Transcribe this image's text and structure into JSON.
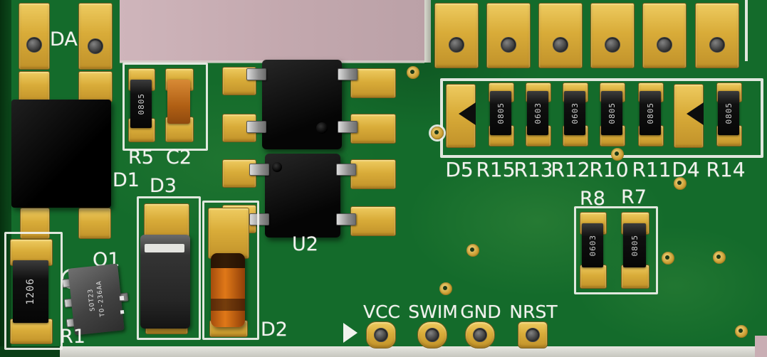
{
  "view": "pcb-3d-render",
  "colors": {
    "board_green": "#146b2b",
    "board_green_dark": "#0a3f17",
    "background_pink": "#c9aeb4",
    "pad_gold": "#d9ac39",
    "silkscreen": "#f2f2ee",
    "chip_black": "#101010",
    "capacitor_orange": "#d9751c"
  },
  "labels": {
    "da": "DA",
    "d1": "D1",
    "r5": "R5",
    "c2": "C2",
    "d3": "D3",
    "q1": "Q1",
    "r1": "R1",
    "d2": "D2",
    "u2": "U2",
    "r8": "R8",
    "r7": "R7"
  },
  "resistor_row": {
    "labels": [
      "D5",
      "R15",
      "R13",
      "R12",
      "R10",
      "R11",
      "D4",
      "R14"
    ]
  },
  "connector": {
    "labels": [
      "VCC",
      "SWIM",
      "GND",
      "NRST"
    ]
  },
  "markings": {
    "r5": "0805",
    "r1": "1206",
    "q1": [
      "SOT23",
      "TO-236AA"
    ],
    "row_chips": [
      "0805",
      "0603",
      "0603",
      "0805",
      "0805",
      "0805"
    ],
    "r8": "0603",
    "r7": "0805"
  }
}
